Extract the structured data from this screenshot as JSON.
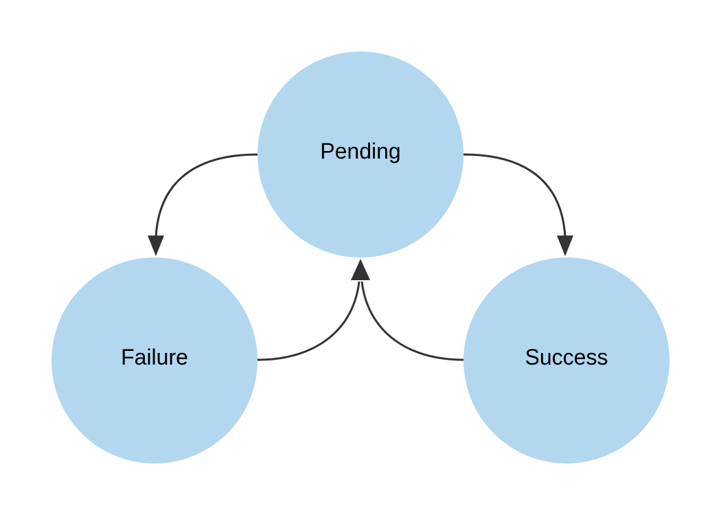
{
  "nodes": {
    "pending": {
      "label": "Pending"
    },
    "failure": {
      "label": "Failure"
    },
    "success": {
      "label": "Success"
    }
  },
  "edges": [
    {
      "from": "pending",
      "to": "failure"
    },
    {
      "from": "pending",
      "to": "success"
    },
    {
      "from": "failure",
      "to": "pending"
    },
    {
      "from": "success",
      "to": "pending"
    }
  ],
  "colors": {
    "node_fill": "#b2d7ef",
    "edge_stroke": "#333333",
    "label_text": "#000000",
    "background": "#ffffff"
  }
}
